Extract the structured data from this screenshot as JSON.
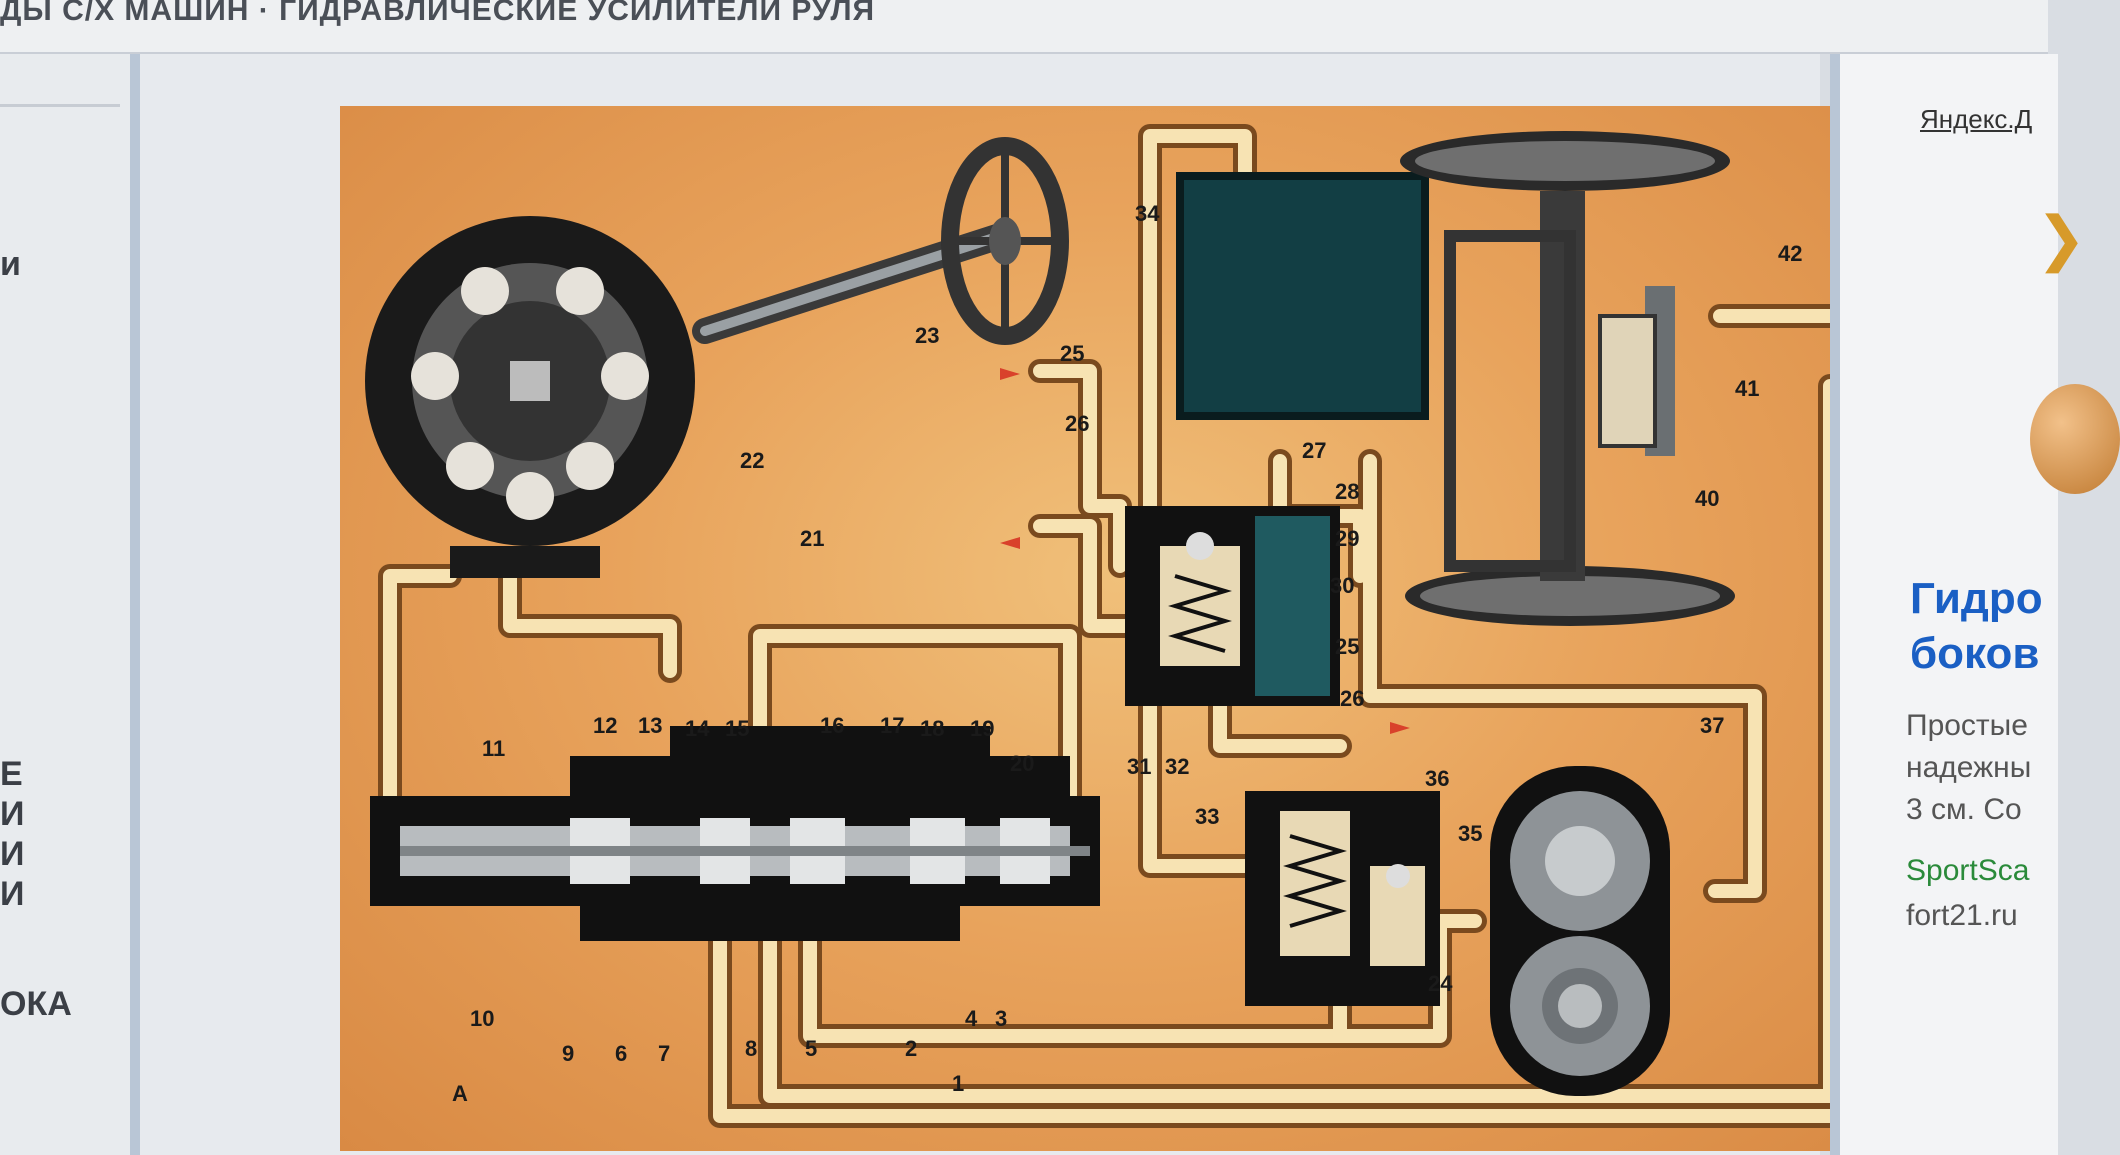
{
  "browser": {
    "page_title_fragment": "ДЫ С/Х МАШИН · ГИДРАВЛИЧЕСКИЕ УСИЛИТЕЛИ РУЛЯ"
  },
  "left_column": {
    "fragments": [
      "и",
      "Е\nИ\nИ\nИ",
      "ОКА"
    ]
  },
  "diagram": {
    "labels": [
      "1",
      "2",
      "3",
      "4",
      "5",
      "6",
      "7",
      "8",
      "9",
      "10",
      "11",
      "12",
      "13",
      "14",
      "15",
      "16",
      "17",
      "18",
      "19",
      "20",
      "21",
      "22",
      "23",
      "24",
      "25",
      "25",
      "26",
      "26",
      "27",
      "28",
      "29",
      "30",
      "31",
      "32",
      "33",
      "34",
      "35",
      "36",
      "37",
      "40",
      "41",
      "42",
      "А"
    ],
    "colors": {
      "background": "#e8a35c",
      "pipe": "#f7e3b3",
      "body": "#111111",
      "tank": "#123e44",
      "metal": "#8f9599"
    }
  },
  "right_column": {
    "yandex_link": "Яндекс.Д",
    "ad_title_line1": "Гидро",
    "ad_title_line2": "боков",
    "ad_text_line1": "Простые",
    "ad_text_line2": "надежны",
    "ad_text_line3": "3 см. Со",
    "ad_link": "SportSca",
    "ad_domain": "fort21.ru"
  }
}
